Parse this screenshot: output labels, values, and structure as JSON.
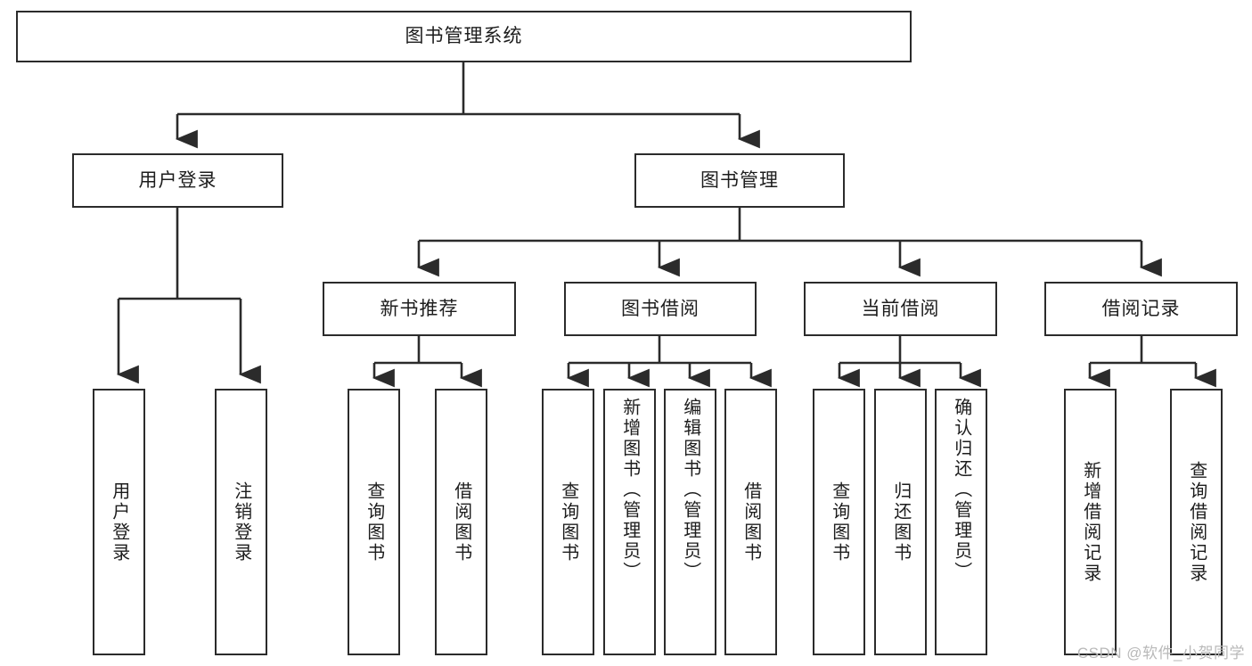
{
  "diagram": {
    "title": "图书管理系统",
    "type": "hierarchy-tree",
    "watermark": "CSDN @软件_小贺同学",
    "colors": {
      "box_border": "#2b2b2b",
      "box_fill": "#ffffff",
      "connector": "#2b2b2b",
      "text": "#1d1d1d",
      "watermark": "#b9b9b9"
    },
    "nodes": {
      "root": {
        "label": "图书管理系统",
        "level": 0
      },
      "user_login": {
        "label": "用户登录",
        "level": 1
      },
      "book_manage": {
        "label": "图书管理",
        "level": 1
      },
      "new_book_rec": {
        "label": "新书推荐",
        "level": 2
      },
      "book_borrow": {
        "label": "图书借阅",
        "level": 2
      },
      "current_borrow": {
        "label": "当前借阅",
        "level": 2
      },
      "borrow_record": {
        "label": "借阅记录",
        "level": 2
      },
      "leaf_user_login": {
        "label": "用户登录",
        "level": 2
      },
      "leaf_logout": {
        "label": "注销登录",
        "level": 2
      },
      "leaf_query_book_1": {
        "label": "查询图书",
        "level": 3
      },
      "leaf_borrow_book_1": {
        "label": "借阅图书",
        "level": 3
      },
      "leaf_query_book_2": {
        "label": "查询图书",
        "level": 3
      },
      "leaf_add_book": {
        "label": "新增图书（管理员）",
        "level": 3
      },
      "leaf_edit_book": {
        "label": "编辑图书（管理员）",
        "level": 3
      },
      "leaf_borrow_book_2": {
        "label": "借阅图书",
        "level": 3
      },
      "leaf_query_book_3": {
        "label": "查询图书",
        "level": 3
      },
      "leaf_return_book": {
        "label": "归还图书",
        "level": 3
      },
      "leaf_confirm_return": {
        "label": "确认归还（管理员）",
        "level": 3
      },
      "leaf_add_record": {
        "label": "新增借阅记录",
        "level": 3
      },
      "leaf_query_record": {
        "label": "查询借阅记录",
        "level": 3
      }
    },
    "edges": [
      {
        "from": "root",
        "to": "user_login"
      },
      {
        "from": "root",
        "to": "book_manage"
      },
      {
        "from": "user_login",
        "to": "leaf_user_login"
      },
      {
        "from": "user_login",
        "to": "leaf_logout"
      },
      {
        "from": "book_manage",
        "to": "new_book_rec"
      },
      {
        "from": "book_manage",
        "to": "book_borrow"
      },
      {
        "from": "book_manage",
        "to": "current_borrow"
      },
      {
        "from": "book_manage",
        "to": "borrow_record"
      },
      {
        "from": "new_book_rec",
        "to": "leaf_query_book_1"
      },
      {
        "from": "new_book_rec",
        "to": "leaf_borrow_book_1"
      },
      {
        "from": "book_borrow",
        "to": "leaf_query_book_2"
      },
      {
        "from": "book_borrow",
        "to": "leaf_add_book"
      },
      {
        "from": "book_borrow",
        "to": "leaf_edit_book"
      },
      {
        "from": "book_borrow",
        "to": "leaf_borrow_book_2"
      },
      {
        "from": "current_borrow",
        "to": "leaf_query_book_3"
      },
      {
        "from": "current_borrow",
        "to": "leaf_return_book"
      },
      {
        "from": "current_borrow",
        "to": "leaf_confirm_return"
      },
      {
        "from": "borrow_record",
        "to": "leaf_add_record"
      },
      {
        "from": "borrow_record",
        "to": "leaf_query_record"
      }
    ]
  }
}
